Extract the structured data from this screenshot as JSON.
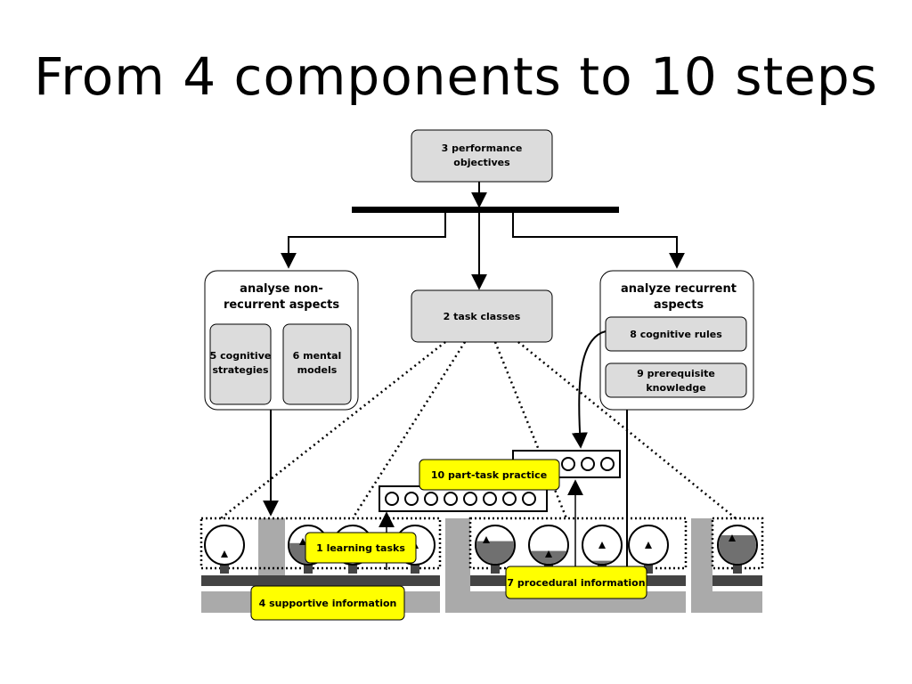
{
  "slide": {
    "title": "From 4 components to 10 steps"
  },
  "nodes": {
    "performance_objectives": [
      "3 performance",
      "objectives"
    ],
    "task_classes": "2 task classes",
    "nonrecurrent": {
      "title": [
        "analyse non-",
        "recurrent aspects"
      ],
      "cognitive_strategies": [
        "5 cognitive",
        "strategies"
      ],
      "mental_models": [
        "6 mental",
        "models"
      ]
    },
    "recurrent": {
      "title": [
        "analyze recurrent",
        "aspects"
      ],
      "cognitive_rules": "8 cognitive rules",
      "prerequisite_knowledge": [
        "9 prerequisite",
        "knowledge"
      ]
    }
  },
  "labels": {
    "part_task_practice": "10 part-task practice",
    "learning_tasks": "1 learning tasks",
    "supportive_information": "4 supportive information",
    "procedural_information": "7 procedural information"
  },
  "colors": {
    "box_fill": "#dcdcdc",
    "label_fill": "#ffff00",
    "bar_gray": "#aaaaaa",
    "track_dark": "#444444",
    "task_fill_gray": "#707070"
  },
  "icons": {
    "learning_task_circle": "circle-with-triangle-icon",
    "practice_item": "small-circle-icon"
  }
}
